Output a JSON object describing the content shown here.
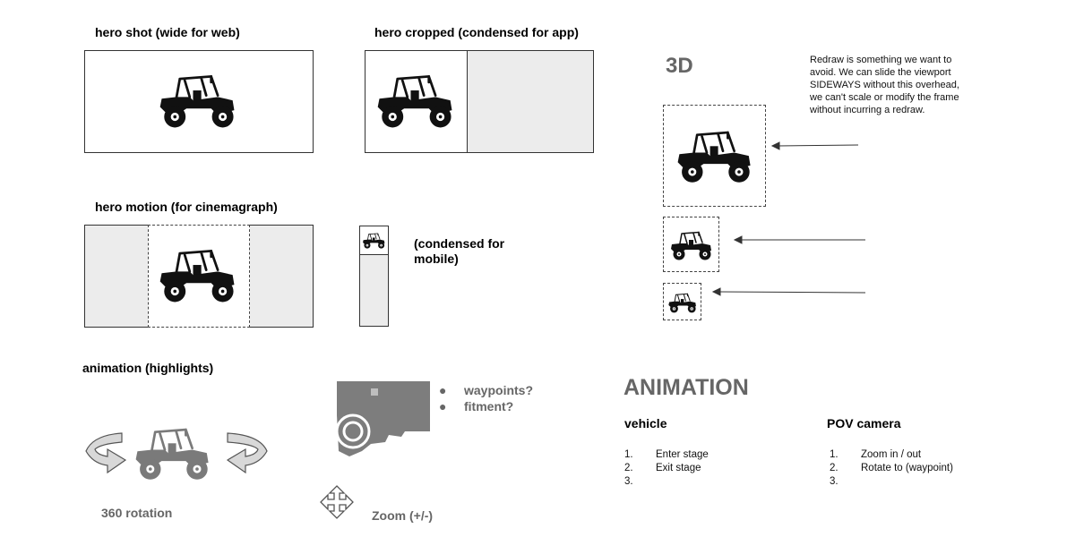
{
  "labels": {
    "hero_shot": "hero shot (wide for web)",
    "hero_cropped": "hero cropped (condensed for app)",
    "hero_motion": "hero motion (for cinemagraph)",
    "condensed_mobile_1": "(condensed for",
    "condensed_mobile_2": "mobile)",
    "animation_highlights": "animation (highlights)",
    "rotation": "360 rotation",
    "zoom": "Zoom (+/-)",
    "waypoints": "waypoints?",
    "fitment": "fitment?"
  },
  "three_d": {
    "title": "3D",
    "note_lines": [
      "Redraw is something we want to",
      "avoid. We can slide the viewport",
      "SIDEWAYS without this overhead,",
      "we can't scale or modify the frame",
      "without incurring a redraw."
    ]
  },
  "animation": {
    "title": "ANIMATION",
    "vehicle": {
      "heading": "vehicle",
      "items": [
        {
          "num": "1.",
          "text": "Enter stage"
        },
        {
          "num": "2.",
          "text": "Exit stage"
        },
        {
          "num": "3.",
          "text": ""
        }
      ]
    },
    "pov": {
      "heading": "POV camera",
      "items": [
        {
          "num": "1.",
          "text": "Zoom in / out"
        },
        {
          "num": "2.",
          "text": "Rotate to (waypoint)"
        },
        {
          "num": "3.",
          "text": ""
        }
      ]
    }
  },
  "colors": {
    "vehicle": "#111111",
    "vehicle_faded": "#7a7a7a",
    "panel_gray": "#ececec",
    "heading_gray": "#666666"
  },
  "icons": [
    "utv-vehicle-icon",
    "rotate-left-arrow-icon",
    "rotate-right-arrow-icon",
    "move-arrows-icon",
    "bullet-icon",
    "pointer-arrow-icon"
  ]
}
